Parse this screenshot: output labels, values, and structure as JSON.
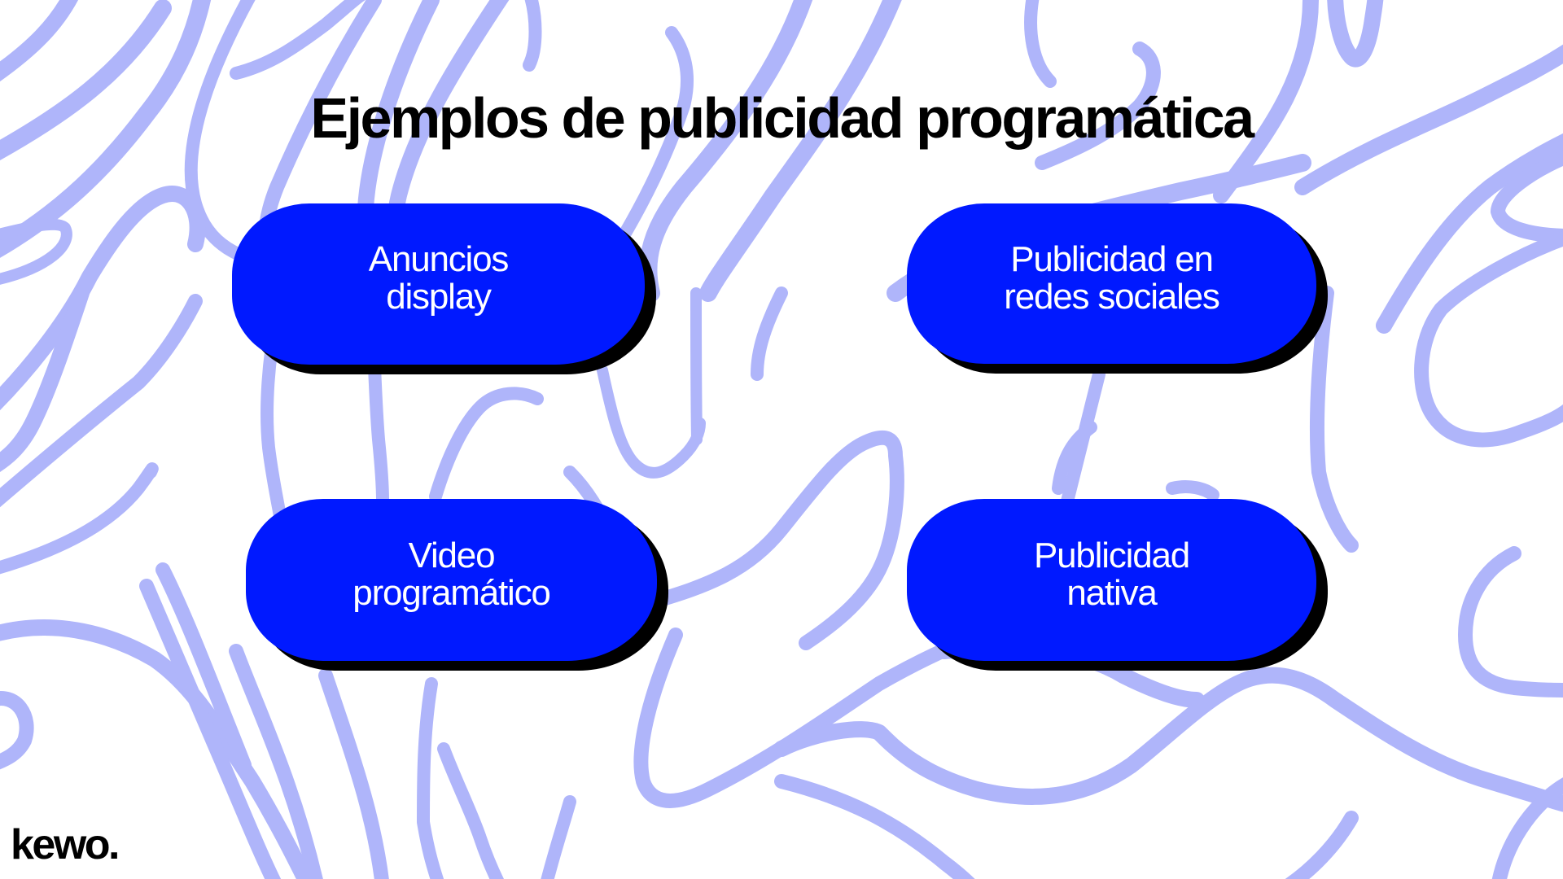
{
  "slide": {
    "title": "Ejemplos de publicidad programática",
    "brand_logo": "kewo.",
    "colors": {
      "background": "#FFFFFF",
      "pattern": "#AFB5FA",
      "pill_fill": "#0019FF",
      "pill_shadow": "#000000",
      "title_text": "#000000",
      "pill_text": "#FFFFFF"
    },
    "examples": [
      {
        "line1": "Anuncios",
        "line2": "display"
      },
      {
        "line1": "Publicidad en",
        "line2": "redes sociales"
      },
      {
        "line1": "Video",
        "line2": "programático"
      },
      {
        "line1": "Publicidad",
        "line2": "nativa"
      }
    ]
  }
}
